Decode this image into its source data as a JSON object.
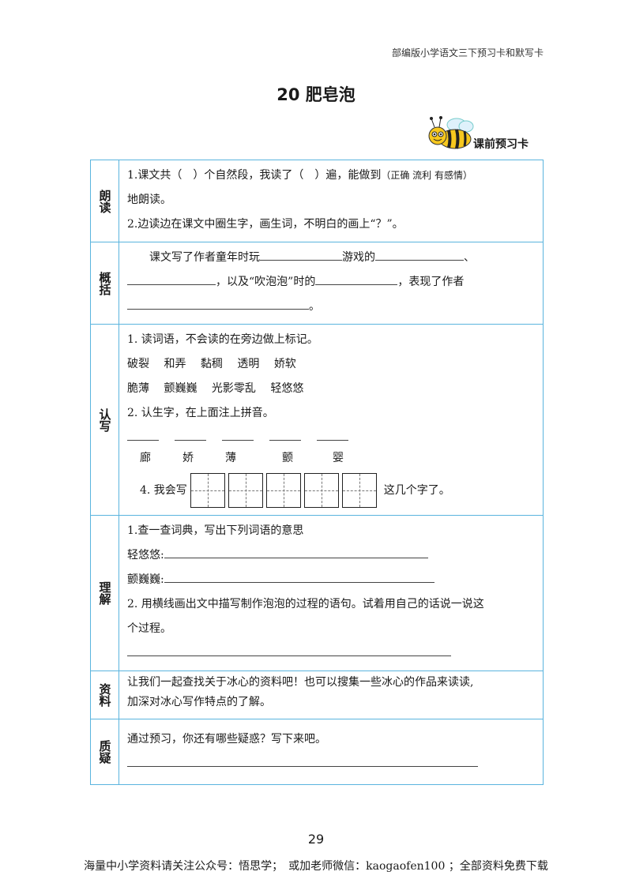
{
  "header": "部编版小学语文三下预习卡和默写卡",
  "title": "20 肥皂泡",
  "card_label": "课前预习卡",
  "sections": {
    "read": {
      "label": "朗读",
      "line1": "1.课文共（　）个自然段，我读了（　）遍，能做到",
      "line1_hint": "（正确 流利 有感情）",
      "line2": "地朗读。",
      "line3": "2.边读边在课文中圈生字，画生词，不明白的画上“？”。"
    },
    "summary": {
      "label": "概括",
      "p1": "课文写了作者童年时玩",
      "p2": "游戏的",
      "p3": "、",
      "p4": "，以及“吹泡泡”时的",
      "p5": "，表现了作者",
      "p6": "。"
    },
    "write": {
      "label": "认写",
      "q1": "1. 读词语，不会读的在旁边做上标记。",
      "words1": [
        "破裂",
        "和弄",
        "黏稠",
        "透明",
        "娇软"
      ],
      "words2": [
        "脆薄",
        "颤巍巍",
        "光影零乱",
        "轻悠悠"
      ],
      "q2": "2. 认生字，在上面注上拼音。",
      "chars": [
        "廊",
        "娇",
        "薄",
        "颤",
        "婴"
      ],
      "q4_pre": "4. 我会写",
      "q4_post": "这几个字了。"
    },
    "understand": {
      "label": "理解",
      "q1": "1.查一查词典，写出下列词语的意思",
      "w1": "轻悠悠:",
      "w2": "颤巍巍:",
      "q2": "2. 用横线画出文中描写制作泡泡的过程的语句。试着用自己的话说一说这",
      "q2b": "个过程。"
    },
    "material": {
      "label": "资料",
      "line1": "让我们一起查找关于冰心的资料吧！也可以搜集一些冰心的作品来读读,",
      "line2": "加深对冰心写作特点的了解。"
    },
    "question": {
      "label": "质疑",
      "line1": "通过预习，你还有哪些疑惑？写下来吧。"
    }
  },
  "page_number": "29",
  "footer": "海量中小学资料请关注公众号：悟思学；　或加老师微信：kaogaofen100 ；全部资料免费下载"
}
